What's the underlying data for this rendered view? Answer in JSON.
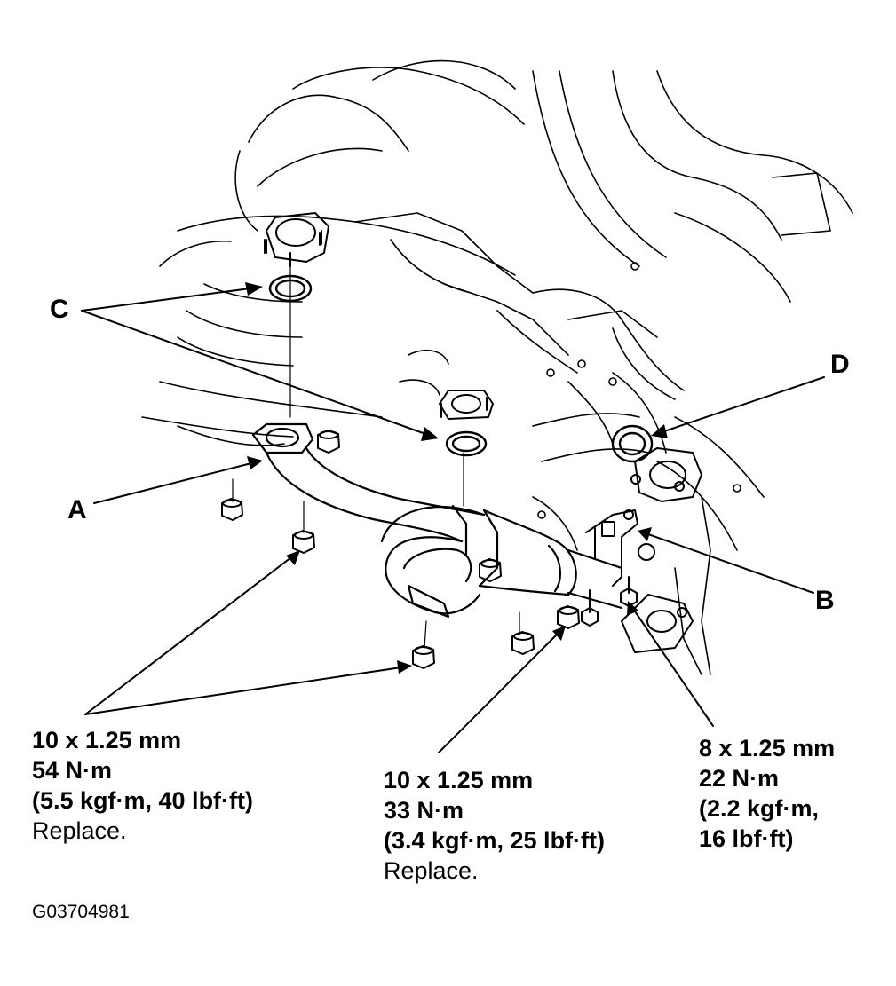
{
  "callouts": {
    "a": "A",
    "b": "B",
    "c": "C",
    "d": "D"
  },
  "specs": {
    "left": {
      "size": "10 x 1.25 mm",
      "torque": "54 N·m",
      "torque_alt": "(5.5 kgf·m, 40 lbf·ft)",
      "note": "Replace."
    },
    "middle": {
      "size": "10 x 1.25 mm",
      "torque": "33 N·m",
      "torque_alt": "(3.4 kgf·m, 25 lbf·ft)",
      "note": "Replace."
    },
    "right": {
      "size": "8 x 1.25 mm",
      "torque": "22 N·m",
      "torque_alt_1": "(2.2 kgf·m,",
      "torque_alt_2": "16 lbf·ft)"
    }
  },
  "figure_id": "G03704981"
}
